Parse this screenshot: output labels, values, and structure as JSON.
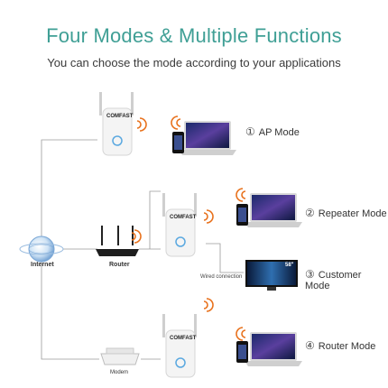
{
  "title": "Four Modes & Multiple Functions",
  "subtitle": "You can choose the mode according to your applications",
  "modes": [
    {
      "num": "①",
      "label": "AP Mode"
    },
    {
      "num": "②",
      "label": "Repeater Mode"
    },
    {
      "num": "③",
      "label": "Customer Mode"
    },
    {
      "num": "④",
      "label": "Router Mode"
    }
  ],
  "devices": {
    "internet": "Internet",
    "router": "Router",
    "modem": "Modem",
    "wired": "Wired connection",
    "brand": "COMFAST",
    "tv_size": "58\""
  },
  "colors": {
    "accent": "#3f9f95",
    "wifi": "#e8711c",
    "line": "#9a9a9a"
  }
}
